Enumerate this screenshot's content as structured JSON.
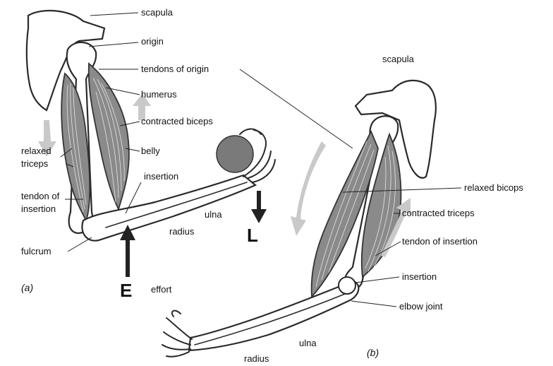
{
  "panel_a": {
    "tag": "(a)",
    "labels": {
      "scapula": "scapula",
      "origin": "origin",
      "tendons_of_origin": "tendons of origin",
      "humerus": "humerus",
      "contracted_biceps": "contracted biceps",
      "belly": "belly",
      "relaxed_triceps_1": "relaxed",
      "relaxed_triceps_2": "triceps",
      "insertion": "insertion",
      "tendon_of_insertion_1": "tendon of",
      "tendon_of_insertion_2": "insertion",
      "ulna": "ulna",
      "radius": "radius",
      "fulcrum": "fulcrum",
      "load_letter": "L",
      "effort_letter": "E",
      "effort": "effort"
    }
  },
  "panel_b": {
    "tag": "(b)",
    "labels": {
      "scapula": "scapula",
      "relaxed_biceps": "relaxed bicops",
      "contracted_triceps": "contracted triceps",
      "tendon_of_insertion": "tendon of insertion",
      "insertion": "insertion",
      "elbow_joint": "elbow joint",
      "ulna": "ulna",
      "radius": "radius"
    }
  }
}
